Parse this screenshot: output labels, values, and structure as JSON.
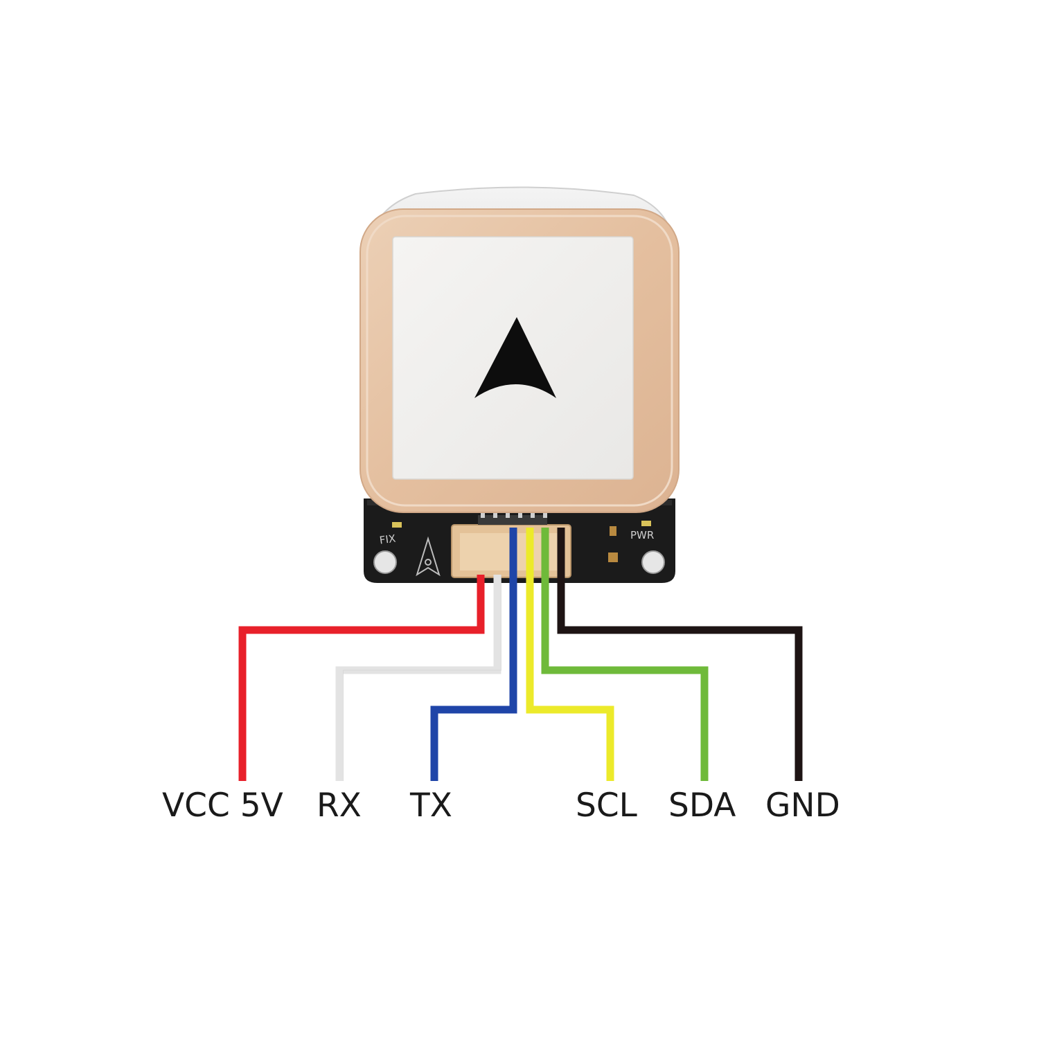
{
  "module": {
    "fix_label": "FIX",
    "pwr_label": "PWR"
  },
  "pins": [
    {
      "label": "VCC 5V",
      "color": "#e8202a"
    },
    {
      "label": "RX",
      "color": "#e3e3e3"
    },
    {
      "label": "TX",
      "color": "#1f45a8"
    },
    {
      "label": "SCL",
      "color": "#ecea2a"
    },
    {
      "label": "SDA",
      "color": "#6fba3a"
    },
    {
      "label": "GND",
      "color": "#1e1414"
    }
  ],
  "colors": {
    "background": "#ffffff",
    "ceramic": "#e6c2a3",
    "patch": "#f2f1ef",
    "pcb": "#1b1b1b",
    "arrow": "#0d0d0d"
  }
}
